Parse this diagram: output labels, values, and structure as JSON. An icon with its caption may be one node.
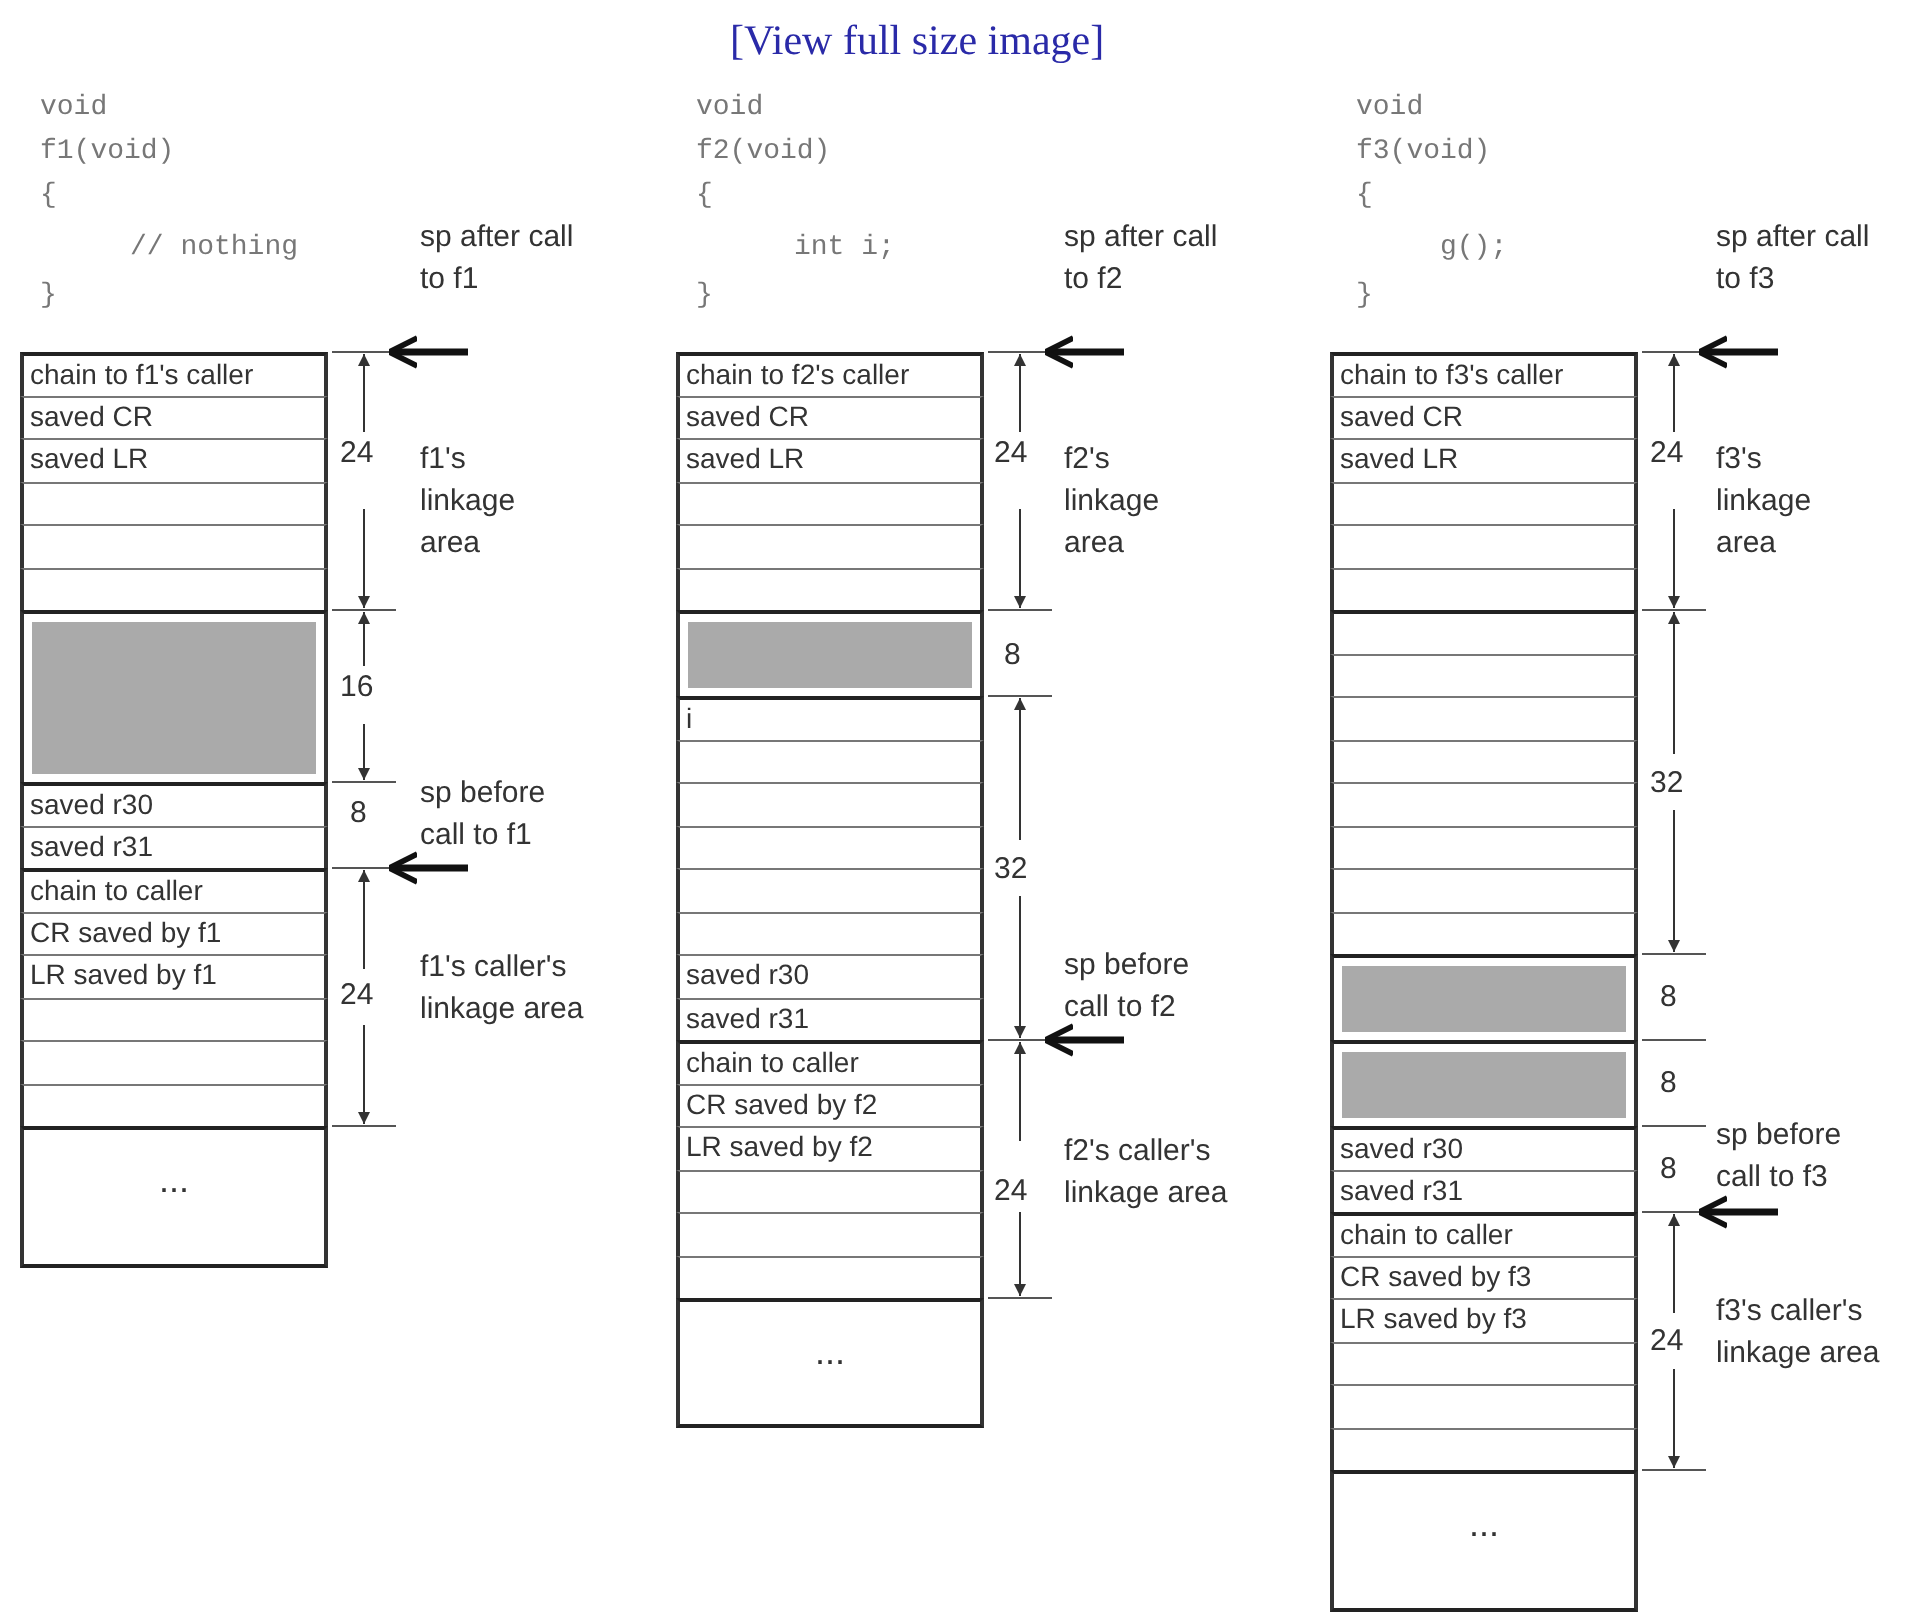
{
  "diagram": {
    "nodes": [
      {
        "text": [
          "chain to f1's caller"
        ]
      },
      {
        "text": [
          "saved CR"
        ]
      },
      {
        "text": [
          "saved LR"
        ]
      },
      {
        "text": [],
        "shape": "box"
      },
      {
        "text": [],
        "shape": "box"
      },
      {
        "text": [],
        "shape": "box"
      },
      {
        "text": [],
        "shape": "box"
      },
      {
        "text": [
          "saved r30"
        ]
      },
      {
        "text": [
          "saved r31"
        ]
      },
      {
        "text": [
          "chain to caller"
        ]
      },
      {
        "text": [
          "CR saved by f1"
        ]
      },
      {
        "text": [
          "LR saved by f1"
        ]
      },
      {
        "text": [],
        "shape": "box"
      },
      {
        "text": [],
        "shape": "box"
      },
      {
        "text": [],
        "shape": "box"
      },
      {
        "text": [
          "..."
        ]
      },
      {
        "text": [
          "chain to f2's caller"
        ]
      },
      {
        "text": [
          "saved CR"
        ]
      },
      {
        "text": [
          "saved LR"
        ]
      },
      {
        "text": [],
        "shape": "box"
      },
      {
        "text": [],
        "shape": "box"
      },
      {
        "text": [],
        "shape": "box"
      },
      {
        "text": [],
        "shape": "box"
      },
      {
        "text": [
          "i"
        ]
      },
      {
        "text": [],
        "shape": "box"
      },
      {
        "text": [],
        "shape": "box"
      },
      {
        "text": [],
        "shape": "box"
      },
      {
        "text": [],
        "shape": "box"
      },
      {
        "text": [],
        "shape": "box"
      },
      {
        "text": [
          "saved r30"
        ]
      },
      {
        "text": [
          "saved r31"
        ]
      },
      {
        "text": [
          "chain to caller"
        ]
      },
      {
        "text": [
          "CR saved by f2"
        ]
      },
      {
        "text": [
          "LR saved by f2"
        ]
      },
      {
        "text": [],
        "shape": "box"
      },
      {
        "text": [],
        "shape": "box"
      },
      {
        "text": [],
        "shape": "box"
      },
      {
        "text": [
          "..."
        ]
      },
      {
        "text": [
          "chain to f3's caller"
        ]
      },
      {
        "text": [
          "saved CR"
        ]
      },
      {
        "text": [
          "saved LR"
        ]
      },
      {
        "text": [],
        "shape": "box"
      },
      {
        "text": [],
        "shape": "box"
      },
      {
        "text": [],
        "shape": "box"
      },
      {
        "text": [],
        "shape": "box"
      },
      {
        "text": [],
        "shape": "box"
      },
      {
        "text": [],
        "shape": "box"
      },
      {
        "text": [],
        "shape": "box"
      },
      {
        "text": [],
        "shape": "box"
      },
      {
        "text": [],
        "shape": "box"
      },
      {
        "text": [],
        "shape": "box"
      },
      {
        "text": [],
        "shape": "box"
      },
      {
        "text": [],
        "shape": "box"
      },
      {
        "text": [],
        "shape": "box"
      },
      {
        "text": [
          "saved r30"
        ]
      },
      {
        "text": [
          "saved r31"
        ]
      },
      {
        "text": [
          "chain to caller"
        ]
      },
      {
        "text": [
          "CR saved by f3"
        ]
      },
      {
        "text": [
          "LR saved by f3"
        ]
      },
      {
        "text": [],
        "shape": "box"
      },
      {
        "text": [],
        "shape": "box"
      },
      {
        "text": [],
        "shape": "box"
      },
      {
        "text": [
          "..."
        ]
      }
    ],
    "labels": [
      "[View full size image]",
      "void",
      "f1(void)",
      "{",
      "// nothing",
      "}",
      "sp after call to f1",
      "24",
      "f1's linkage area",
      "16",
      "sp before call to f1",
      "8",
      "24",
      "f1's caller's linkage area",
      "void",
      "f2(void)",
      "{",
      "int i;",
      "}",
      "sp after call to f2",
      "24",
      "f2's linkage area",
      "8",
      "32",
      "sp before call to f2",
      "24",
      "f2's caller's linkage area",
      "void",
      "f3(void)",
      "{",
      "g();",
      "}",
      "sp after call to f3",
      "24",
      "f3's linkage area",
      "32",
      "8",
      "8",
      "sp before call to f3",
      "8",
      "24",
      "f3's caller's linkage area"
    ]
  }
}
